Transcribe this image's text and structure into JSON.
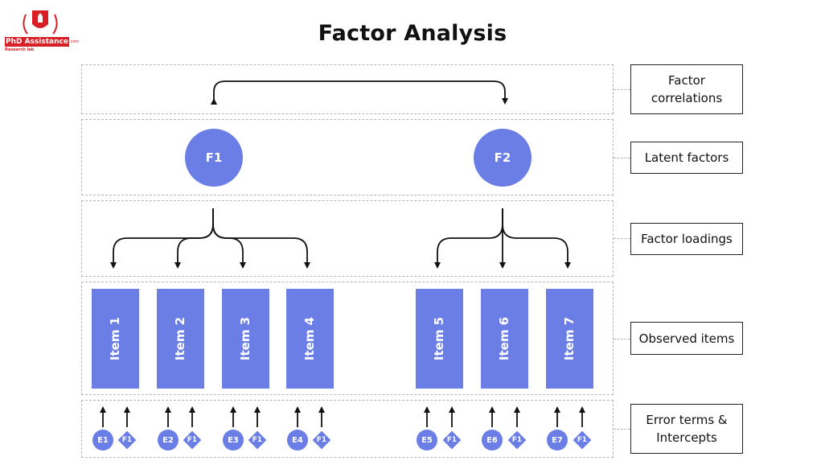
{
  "logo": {
    "name": "PhD Assistance",
    "domain": ".com",
    "subtitle": "Research lab",
    "colors": {
      "red": "#d81f26",
      "white": "#ffffff"
    }
  },
  "title": "Factor Analysis",
  "bands": {
    "correlations": "Factor correlations",
    "latent": "Latent factors",
    "loadings": "Factor loadings",
    "observed": "Observed items",
    "errors": "Error terms & Intercepts"
  },
  "factors": [
    "F1",
    "F2"
  ],
  "items": [
    "Item 1",
    "Item 2",
    "Item 3",
    "Item 4",
    "Item 5",
    "Item 6",
    "Item 7"
  ],
  "error_terms": [
    "E1",
    "E2",
    "E3",
    "E4",
    "E5",
    "E6",
    "E7"
  ],
  "intercepts": [
    "F1",
    "F1",
    "F1",
    "F1",
    "F1",
    "F1",
    "F1"
  ],
  "colors": {
    "node": "#6a7ee6",
    "line": "#111111",
    "border": "#b5b5b5"
  }
}
